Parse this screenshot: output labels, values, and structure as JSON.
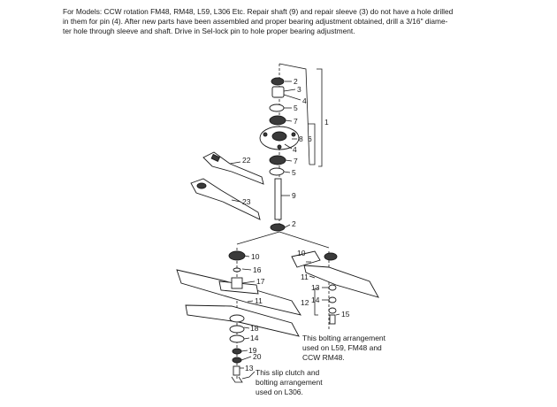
{
  "note": {
    "line1": "For Models: CCW rotation FM48, RM48, L59, L306 Etc. Repair shaft (9) and repair sleeve (3) do not have a hole drilled",
    "line2": "in them for pin (4). After new parts have been assembled and proper bearing adjustment obtained, drill a 3/16\" diame-",
    "line3": "ter hole through sleeve and shaft. Drive in Sel-lock pin to hole proper bearing adjustment."
  },
  "callouts": {
    "c2a": "2",
    "c3": "3",
    "c4": "4",
    "c5a": "5",
    "c1": "1",
    "c7a": "7",
    "c6": "6",
    "c8": "8",
    "c4b": "4",
    "c7b": "7",
    "c5b": "5",
    "c22": "22",
    "c9": "9",
    "c23": "23",
    "c2b": "2",
    "c10a": "10",
    "c16": "16",
    "c17": "17",
    "c11a": "11",
    "c18": "18",
    "c14a": "14",
    "c19": "19",
    "c20": "20",
    "c13a": "13",
    "c10b": "10",
    "c11b": "11",
    "c13b": "13",
    "c12": "12",
    "c14b": "14",
    "c15": "15"
  },
  "captions": {
    "right_1": "This bolting arrangement",
    "right_2": "used on L59, FM48 and",
    "right_3": "CCW RM48.",
    "bottom_1": "This slip clutch and",
    "bottom_2": "bolting arrangement",
    "bottom_3": "used on L306."
  }
}
